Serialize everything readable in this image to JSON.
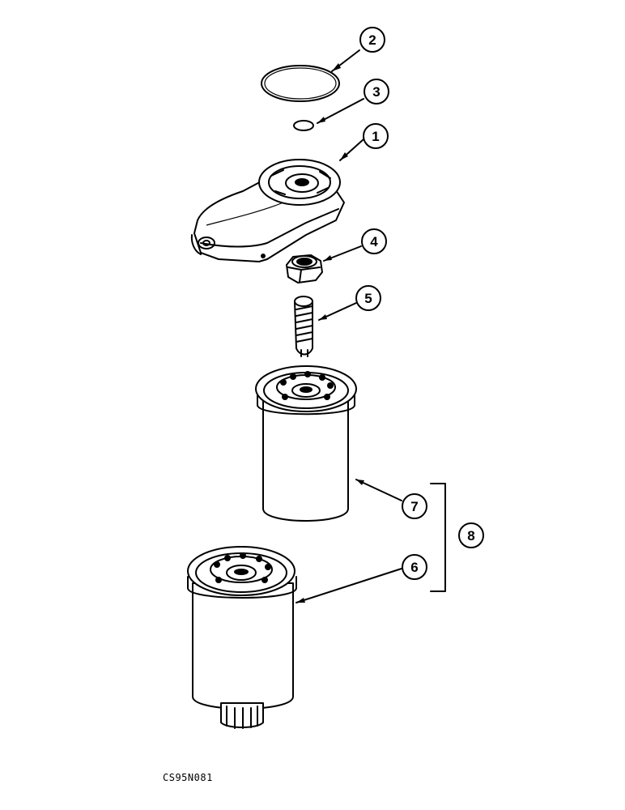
{
  "callouts": [
    {
      "id": "1",
      "label": "1"
    },
    {
      "id": "2",
      "label": "2"
    },
    {
      "id": "3",
      "label": "3"
    },
    {
      "id": "4",
      "label": "4"
    },
    {
      "id": "5",
      "label": "5"
    },
    {
      "id": "6",
      "label": "6"
    },
    {
      "id": "7",
      "label": "7"
    },
    {
      "id": "8",
      "label": "8"
    }
  ],
  "figure_code": "CS95N081"
}
